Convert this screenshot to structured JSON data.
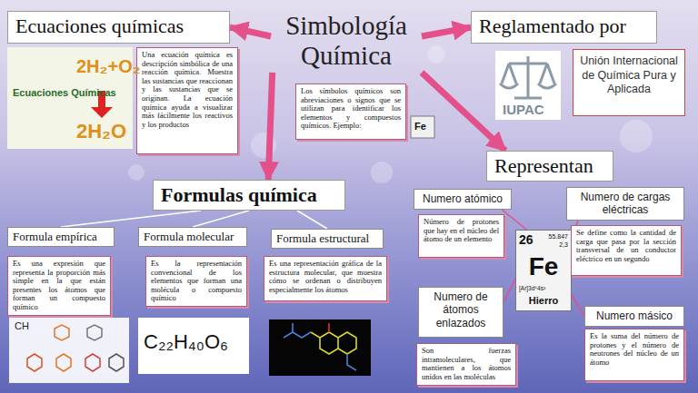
{
  "diagram": {
    "nodes": [
      {
        "text": [
          "Ecuaciones químicas"
        ]
      },
      {
        "text": [
          "Una ecuación química es descripción simbólica de una reacción química. Muestra las sustancias que reaccionan y las sustancias que se originan. La ecuación química ayuda a visualizar más fácilmente los reactivos y los productos"
        ]
      },
      {
        "text": [
          "Simbología Química"
        ]
      },
      {
        "text": [
          "Los símbolos químicos son abreviaciones o signos que se utilizan para identificar los elementos y compuestos químicos. Ejemplo:"
        ]
      },
      {
        "text": [
          "Reglamentado por"
        ]
      },
      {
        "text": [
          "Unión Internacional de Química Pura y Aplicada"
        ]
      },
      {
        "text": [
          "Representan"
        ]
      },
      {
        "text": [
          "26",
          "55.847",
          "2,3",
          "Fe",
          "[Ar]3d⁶4s²",
          "Hierro"
        ]
      },
      {
        "text": [
          "Formulas química"
        ]
      },
      {
        "text": [
          "Formula empírica"
        ]
      },
      {
        "text": [
          "Es una expresión que representa la proporción más simple en la que están presentes los átomos que forman un compuesto químico"
        ]
      },
      {
        "text": [
          "Formula molecular"
        ]
      },
      {
        "text": [
          "Es la representación convencional de los elementos que forman una molécula o compuesto químico"
        ]
      },
      {
        "text": [
          "Formula estructural"
        ]
      },
      {
        "text": [
          "Es una representación gráfica de la estructura molecular, que muestra cómo se ordenan o distribuyen especialmente los átomos"
        ]
      },
      {
        "text": [
          "Numero atómico"
        ]
      },
      {
        "text": [
          "Número de protones que hay en el núcleo del átomo de un elemento"
        ]
      },
      {
        "text": [
          "Numero de cargas eléctricas"
        ]
      },
      {
        "text": [
          "Se define como la cantidad de carga que pasa por la sección transversal de un conductor eléctrico en un segundo"
        ]
      },
      {
        "text": [
          "Numero de átomos enlazados"
        ]
      },
      {
        "text": [
          "Son fuerzas intramoleculares, que mantienen a los átomos unidos en las moléculas"
        ]
      },
      {
        "text": [
          "Numero másico"
        ]
      },
      {
        "text": [
          "Es la suma del número de protones y el número de neutrones del núcleo de un átomo"
        ]
      }
    ],
    "edges": [
      {
        "from": 2,
        "to": 0,
        "arrow": "to"
      },
      {
        "from": 2,
        "to": 4,
        "arrow": "to"
      },
      {
        "from": 2,
        "to": 8,
        "arrow": "to"
      },
      {
        "from": 2,
        "to": 6,
        "arrow": "to"
      },
      {
        "from": 8,
        "to": 9,
        "arrow": "none"
      },
      {
        "from": 8,
        "to": 11,
        "arrow": "none"
      },
      {
        "from": 8,
        "to": 13,
        "arrow": "none"
      },
      {
        "from": 7,
        "to": 15,
        "arrow": "none"
      },
      {
        "from": 7,
        "to": 17,
        "arrow": "none"
      },
      {
        "from": 7,
        "to": 19,
        "arrow": "none"
      },
      {
        "from": 7,
        "to": 21,
        "arrow": "none"
      }
    ],
    "labels": [
      "Ecuaciones Químicas",
      "2H₂+O₂",
      "2H₂O",
      "IUPAC",
      "Fe",
      "CH",
      "C₂₂H₄₀O₆"
    ]
  }
}
